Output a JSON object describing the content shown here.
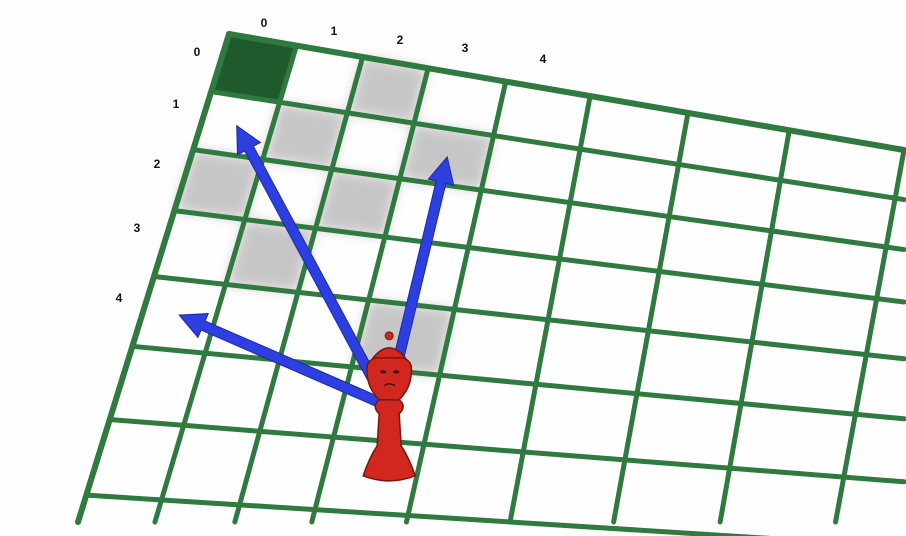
{
  "board": {
    "line_color": "#2f7a3e",
    "corner_fill_color": "#1e5a2c",
    "shade_color": "#9a9a9a",
    "shaded_cells": [
      [
        0,
        0
      ],
      [
        0,
        2
      ],
      [
        1,
        1
      ],
      [
        2,
        0
      ],
      [
        2,
        2
      ],
      [
        3,
        1
      ],
      [
        1,
        3
      ],
      [
        4,
        3
      ]
    ]
  },
  "column_labels": [
    "0",
    "1",
    "2",
    "3",
    "4"
  ],
  "row_labels": [
    "0",
    "1",
    "2",
    "3",
    "4"
  ],
  "arrows": {
    "color": "#2d3fe0",
    "items": [
      {
        "name": "arrow-up",
        "from": [
          5,
          3
        ],
        "to": [
          1,
          3
        ]
      },
      {
        "name": "arrow-diagonal",
        "from": [
          5,
          3
        ],
        "to": [
          1,
          0
        ]
      },
      {
        "name": "arrow-left",
        "from": [
          5,
          3
        ],
        "to": [
          4,
          0
        ]
      }
    ]
  },
  "piece": {
    "icon": "chess-queen-icon",
    "color": "#d0281e",
    "position": [
      5,
      3
    ]
  }
}
